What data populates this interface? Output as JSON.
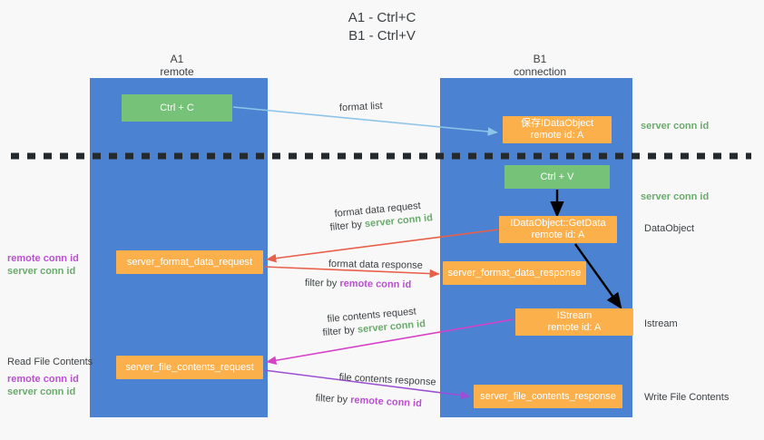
{
  "title": {
    "line1": "A1 - Ctrl+C",
    "line2": "B1 - Ctrl+V"
  },
  "colors": {
    "background": "#f8f8f8",
    "lane": "#4b83d2",
    "box_green": "#76c278",
    "box_orange": "#fbb04c",
    "text_dark": "#3c4043",
    "server_conn_id": "#6aab6c",
    "remote_conn_id": "#bb4fd4",
    "arrow_blue": "#8ec4e8",
    "arrow_red": "#e8604a",
    "arrow_magenta": "#d641c8",
    "arrow_purple": "#9b4fd4",
    "arrow_black": "#000000",
    "divider": "#24292e"
  },
  "columns": [
    {
      "id": "a1",
      "title": "A1",
      "subtitle": "remote"
    },
    {
      "id": "b1",
      "title": "B1",
      "subtitle": "connection"
    }
  ],
  "boxes": {
    "ctrl_c": {
      "label": "Ctrl + C",
      "color": "green"
    },
    "ctrl_v": {
      "label": "Ctrl + V",
      "color": "green"
    },
    "idataobject": {
      "line1": "保存IDataObject",
      "line2": "remote id: A",
      "color": "orange"
    },
    "getdata": {
      "line1": "IDataObject::GetData",
      "line2": "remote id: A",
      "color": "orange"
    },
    "istream": {
      "line1": "IStream",
      "line2": "remote id: A",
      "color": "orange"
    },
    "server_format_data_request": {
      "label": "server_format_data_request",
      "color": "orange"
    },
    "server_format_data_response": {
      "label": "server_format_data_response",
      "color": "orange"
    },
    "server_file_contents_request": {
      "label": "server_file_contents_request",
      "color": "orange"
    },
    "server_file_contents_response": {
      "label": "server_file_contents_response",
      "color": "orange"
    }
  },
  "arrow_labels": {
    "format_list": "format list",
    "format_data_request": "format data request",
    "format_data_request_filter_prefix": "filter by ",
    "format_data_request_filter_key": "server conn id",
    "format_data_response": "format data response",
    "format_data_response_filter_prefix": "filter by ",
    "format_data_response_filter_key": "remote conn id",
    "file_contents_request": "file contents request",
    "file_contents_request_filter_prefix": "filter by ",
    "file_contents_request_filter_key": "server conn id",
    "file_contents_response": "file contents response",
    "file_contents_response_filter_prefix": "filter by ",
    "file_contents_response_filter_key": "remote conn id"
  },
  "annotations": {
    "right": {
      "server_conn_id_top": "server conn id",
      "server_conn_id_mid": "server conn id",
      "dataobject": "DataObject",
      "istream": "Istream",
      "write_file_contents": "Write File Contents"
    },
    "left": {
      "remote_conn_id_1": "remote conn id",
      "server_conn_id_1": "server conn id",
      "read_file_contents": "Read File Contents",
      "remote_conn_id_2": "remote conn id",
      "server_conn_id_2": "server conn id"
    }
  }
}
